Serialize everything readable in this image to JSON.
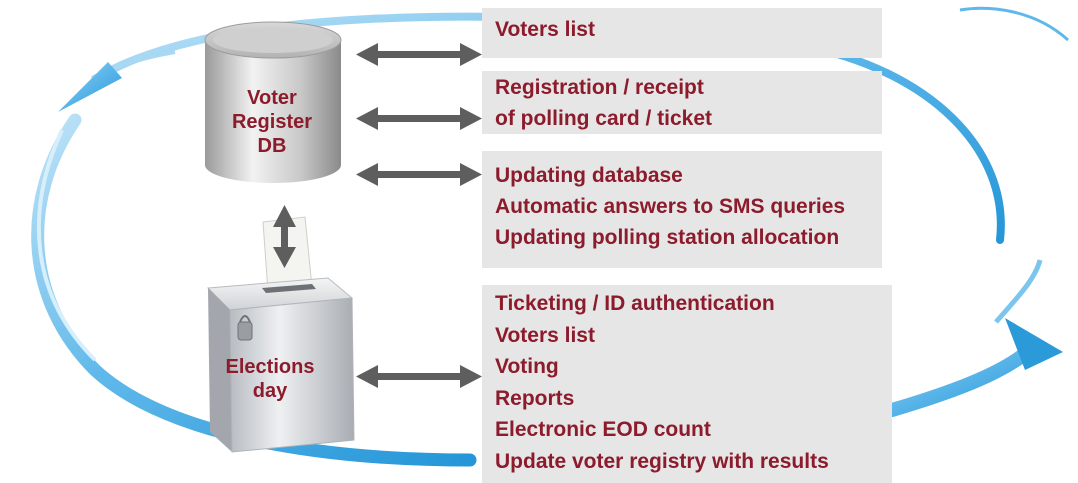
{
  "colors": {
    "accent_text": "#8c1b2c",
    "panel_bg": "#e6e6e6",
    "cycle_blue": "#39a6e0",
    "arrow_gray": "#5e5e5e"
  },
  "database": {
    "icon": "database-cylinder-icon",
    "label_lines": [
      "Voter",
      "Register",
      "DB"
    ]
  },
  "ballot_box": {
    "icon": "ballot-box-icon",
    "label_lines": [
      "Elections",
      "day"
    ]
  },
  "panels": [
    {
      "lines": [
        "Voters list"
      ]
    },
    {
      "lines": [
        "Registration / receipt",
        "of polling card / ticket"
      ]
    },
    {
      "lines": [
        "Updating database",
        "Automatic answers to SMS queries",
        "Updating polling station allocation"
      ]
    },
    {
      "lines": [
        "Ticketing / ID authentication",
        "Voters list",
        "Voting",
        "Reports",
        "Electronic EOD count",
        "Update voter registry with results"
      ]
    }
  ]
}
